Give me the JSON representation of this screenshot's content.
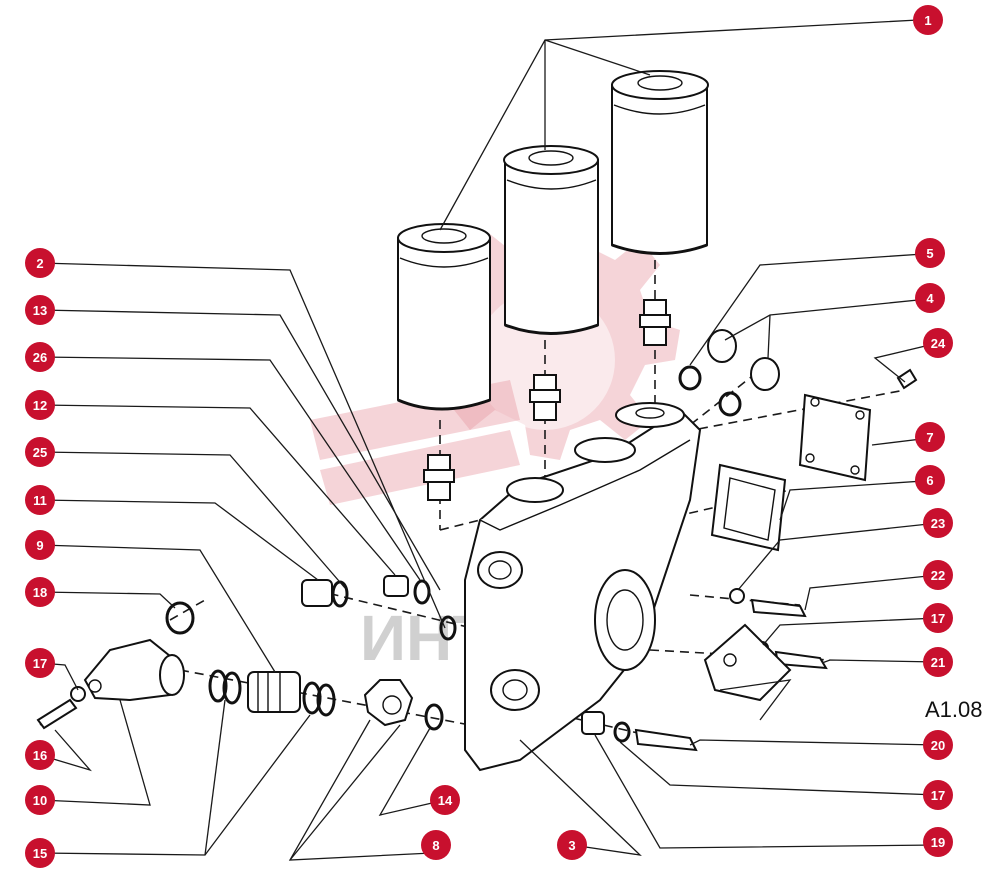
{
  "figure_code": "A1.08",
  "watermark_text": "ИНТЕ",
  "callouts": [
    {
      "id": "c1",
      "label": "1"
    },
    {
      "id": "c2",
      "label": "2"
    },
    {
      "id": "c13",
      "label": "13"
    },
    {
      "id": "c26",
      "label": "26"
    },
    {
      "id": "c12",
      "label": "12"
    },
    {
      "id": "c25",
      "label": "25"
    },
    {
      "id": "c11",
      "label": "11"
    },
    {
      "id": "c9",
      "label": "9"
    },
    {
      "id": "c18",
      "label": "18"
    },
    {
      "id": "c17a",
      "label": "17"
    },
    {
      "id": "c16",
      "label": "16"
    },
    {
      "id": "c10",
      "label": "10"
    },
    {
      "id": "c15",
      "label": "15"
    },
    {
      "id": "c8",
      "label": "8"
    },
    {
      "id": "c14",
      "label": "14"
    },
    {
      "id": "c3",
      "label": "3"
    },
    {
      "id": "c19",
      "label": "19"
    },
    {
      "id": "c17b",
      "label": "17"
    },
    {
      "id": "c20",
      "label": "20"
    },
    {
      "id": "c21",
      "label": "21"
    },
    {
      "id": "c17c",
      "label": "17"
    },
    {
      "id": "c22",
      "label": "22"
    },
    {
      "id": "c23",
      "label": "23"
    },
    {
      "id": "c6",
      "label": "6"
    },
    {
      "id": "c7",
      "label": "7"
    },
    {
      "id": "c24",
      "label": "24"
    },
    {
      "id": "c4",
      "label": "4"
    },
    {
      "id": "c5",
      "label": "5"
    }
  ],
  "colors": {
    "badge": "#c8102e",
    "line": "#1a1a1a",
    "watermark": "#e8a0a8"
  }
}
